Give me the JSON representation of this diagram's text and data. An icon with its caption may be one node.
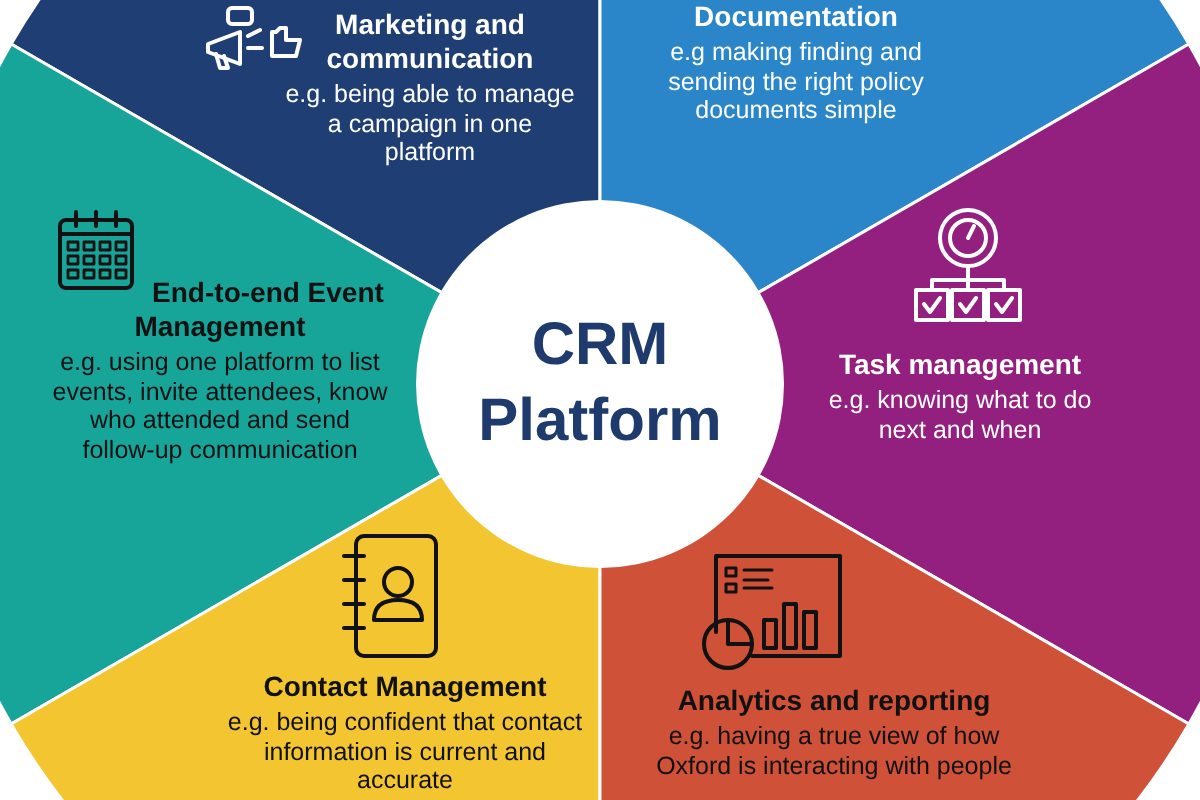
{
  "diagram": {
    "nodes": [
      {
        "text": [
          "Marketing and communication",
          "e.g. being able to manage a campaign in one platform"
        ]
      },
      {
        "text": [
          "Documentation",
          "e.g making finding and sending the right policy documents simple"
        ]
      },
      {
        "text": [
          "End-to-end Event Management",
          "e.g. using one platform to list events, invite attendees, know who attended and send follow-up communication"
        ]
      },
      {
        "text": [
          "CRM Platform"
        ]
      },
      {
        "text": [
          "Task management",
          "e.g. knowing what to do next and when"
        ]
      },
      {
        "text": [
          "Contact Management",
          "e.g. being confident that contact information is current and accurate"
        ]
      },
      {
        "text": [
          "Analytics and reporting",
          "e.g. having a true view of how Oxford is interacting with people"
        ]
      }
    ]
  }
}
